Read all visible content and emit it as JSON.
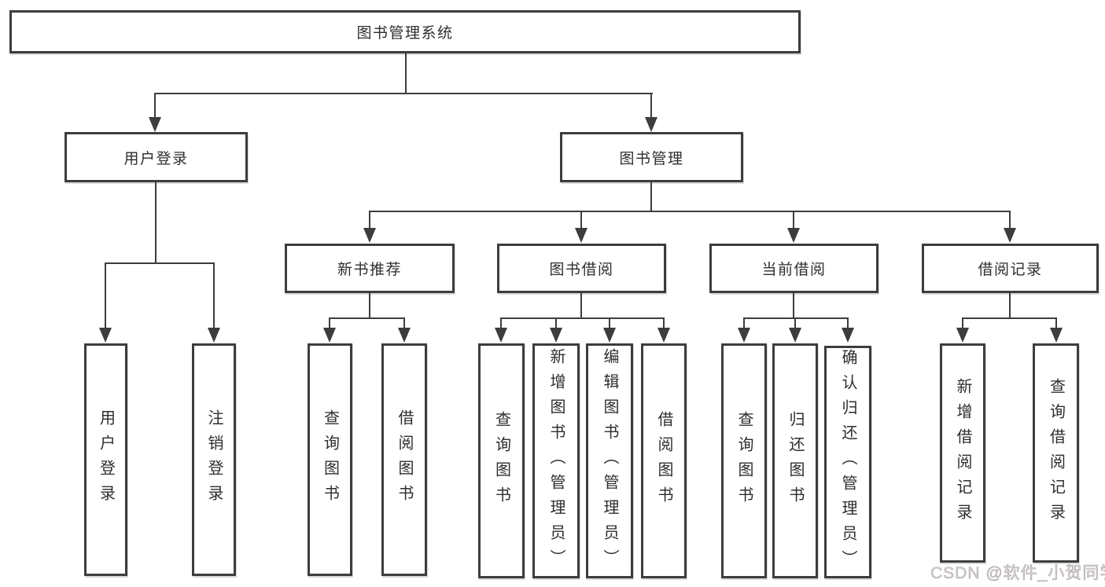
{
  "colors": {
    "background": "#ffffff",
    "box_border": "#3d3d3d",
    "connector_line": "#3d3d3d",
    "node_text": "#2e2e2e",
    "watermark_text": "#dcd7d7"
  },
  "tree": {
    "root": {
      "label": "图书管理系统"
    },
    "branches": [
      {
        "label": "用户登录",
        "children": [
          {
            "label": "用户登录"
          },
          {
            "label": "注销登录"
          }
        ]
      },
      {
        "label": "图书管理",
        "children": [
          {
            "label": "新书推荐",
            "children": [
              {
                "label": "查询图书"
              },
              {
                "label": "借阅图书"
              }
            ]
          },
          {
            "label": "图书借阅",
            "children": [
              {
                "label": "查询图书"
              },
              {
                "label": "新增图书（管理员）"
              },
              {
                "label": "编辑图书（管理员）"
              },
              {
                "label": "借阅图书"
              }
            ]
          },
          {
            "label": "当前借阅",
            "children": [
              {
                "label": "查询图书"
              },
              {
                "label": "归还图书"
              },
              {
                "label": "确认归还（管理员）"
              }
            ]
          },
          {
            "label": "借阅记录",
            "children": [
              {
                "label": "新增借阅记录"
              },
              {
                "label": "查询借阅记录"
              }
            ]
          }
        ]
      }
    ]
  },
  "watermark": {
    "text": "CSDN @软件_小贺同学"
  }
}
